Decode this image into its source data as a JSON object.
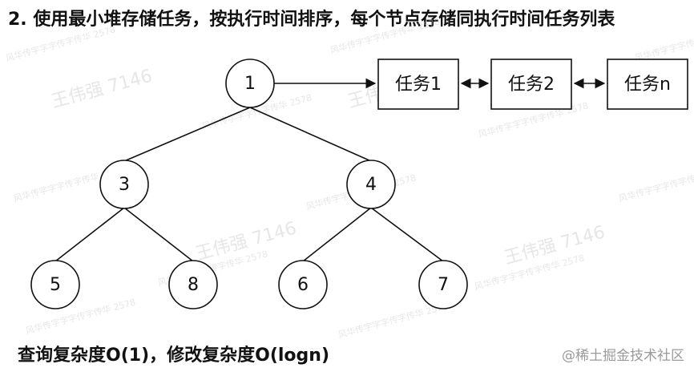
{
  "title": "2. 使用最小堆存储任务，按执行时间排序，每个节点存储同执行时间任务列表",
  "heap": {
    "nodes": [
      {
        "id": "n1",
        "label": "1"
      },
      {
        "id": "n3",
        "label": "3"
      },
      {
        "id": "n4",
        "label": "4"
      },
      {
        "id": "n5",
        "label": "5"
      },
      {
        "id": "n8",
        "label": "8"
      },
      {
        "id": "n6",
        "label": "6"
      },
      {
        "id": "n7",
        "label": "7"
      }
    ],
    "edges": [
      {
        "from": "n1",
        "to": "n3"
      },
      {
        "from": "n1",
        "to": "n4"
      },
      {
        "from": "n3",
        "to": "n5"
      },
      {
        "from": "n3",
        "to": "n8"
      },
      {
        "from": "n4",
        "to": "n6"
      },
      {
        "from": "n4",
        "to": "n7"
      }
    ]
  },
  "task_list": [
    {
      "id": "t1",
      "label": "任务1"
    },
    {
      "id": "t2",
      "label": "任务2"
    },
    {
      "id": "tn",
      "label": "任务n"
    }
  ],
  "footnote": "查询复杂度O(1)，修改复杂度O(logn)",
  "brand": "@稀土掘金技术社区",
  "watermark": {
    "big": "王伟强 7146",
    "small": "风华传字字字传字传华 2578"
  },
  "colors": {
    "stroke": "#111111",
    "text": "#111111",
    "brand": "#9a9a9a",
    "watermark": "#c9c9c9"
  }
}
